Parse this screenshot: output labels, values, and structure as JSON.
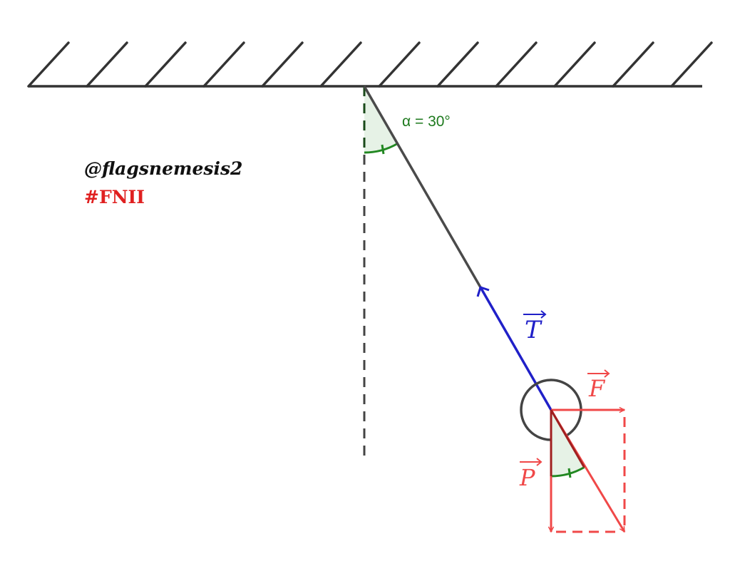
{
  "watermark": {
    "handle": "@flagsnemesis2",
    "hashtag": "#FNII"
  },
  "angles": {
    "alpha_label": "α = 30°"
  },
  "vectors": {
    "tension": "T",
    "force": "F",
    "weight": "P"
  },
  "colors": {
    "ceiling": "#333333",
    "string": "#4a4a4a",
    "tension": "#2020c8",
    "forces": "#f04848",
    "angle_fill": "#e6f2e6",
    "angle_stroke": "#228822",
    "angle_label": "#1e7a1e",
    "angle_inner_edge": "#1a4a1a",
    "weight_inner_edge": "#a02020",
    "reference": "#444444",
    "mass": "#444444",
    "hashtag": "#e02020"
  }
}
